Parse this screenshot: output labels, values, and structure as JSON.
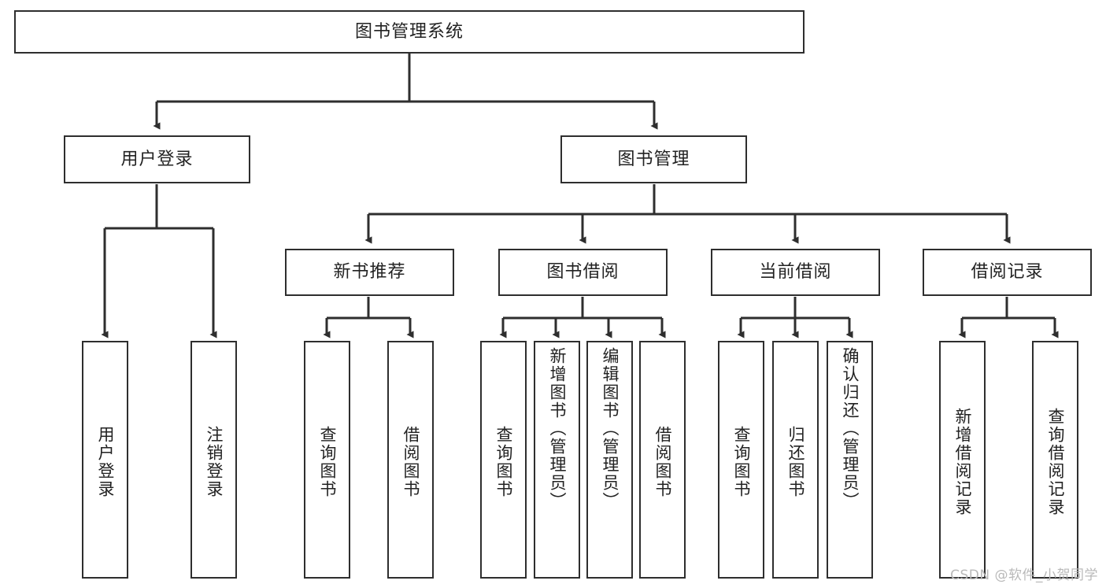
{
  "diagram": {
    "type": "hierarchy-tree",
    "title": "图书管理系统",
    "watermark": "CSDN @软件_小贺同学",
    "colors": {
      "background": "#ffffff",
      "border": "#2e2e2e",
      "text": "#222222",
      "connector": "#2e2e2e",
      "watermark": "#b9b9b9"
    },
    "nodes": {
      "root": {
        "label": "图书管理系统"
      },
      "level2": [
        {
          "id": "user-login",
          "label": "用户登录"
        },
        {
          "id": "book-management",
          "label": "图书管理"
        }
      ],
      "level3": [
        {
          "id": "new-book-recommend",
          "label": "新书推荐"
        },
        {
          "id": "book-borrow",
          "label": "图书借阅"
        },
        {
          "id": "current-borrow",
          "label": "当前借阅"
        },
        {
          "id": "borrow-record",
          "label": "借阅记录"
        }
      ],
      "leaves": {
        "user_login": [
          {
            "id": "leaf-user-login",
            "label": "用户登录"
          },
          {
            "id": "leaf-logout-login",
            "label": "注销登录"
          }
        ],
        "new_book_recommend": [
          {
            "id": "leaf-query-book-1",
            "label": "查询图书"
          },
          {
            "id": "leaf-borrow-book-1",
            "label": "借阅图书"
          }
        ],
        "book_borrow": [
          {
            "id": "leaf-query-book-2",
            "label": "查询图书"
          },
          {
            "id": "leaf-add-book",
            "label": "新增图书（管理员）"
          },
          {
            "id": "leaf-edit-book",
            "label": "编辑图书（管理员）"
          },
          {
            "id": "leaf-borrow-book-2",
            "label": "借阅图书"
          }
        ],
        "current_borrow": [
          {
            "id": "leaf-query-book-3",
            "label": "查询图书"
          },
          {
            "id": "leaf-return-book",
            "label": "归还图书"
          },
          {
            "id": "leaf-confirm-return",
            "label": "确认归还（管理员）"
          }
        ],
        "borrow_record": [
          {
            "id": "leaf-add-record",
            "label": "新增借阅记录"
          },
          {
            "id": "leaf-query-record",
            "label": "查询借阅记录"
          }
        ]
      }
    }
  }
}
